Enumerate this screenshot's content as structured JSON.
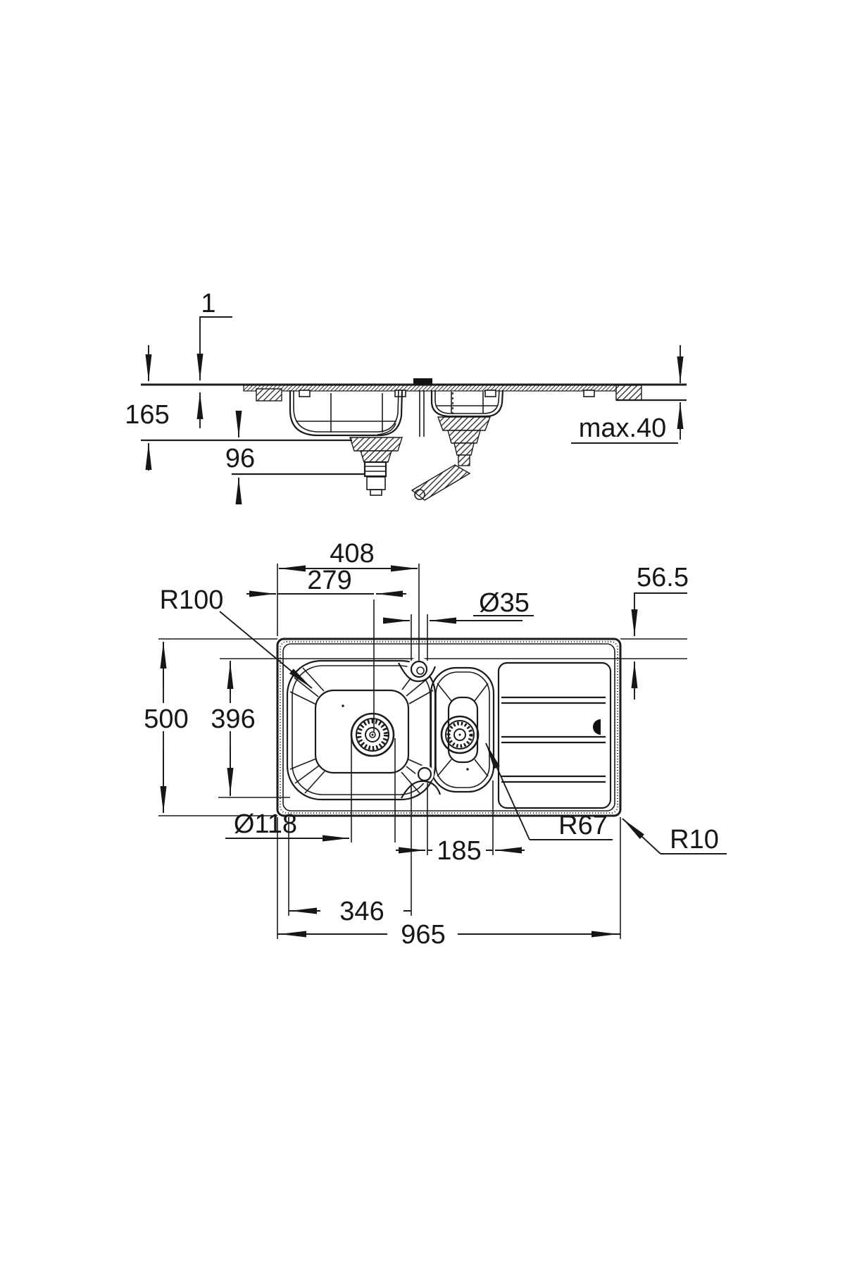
{
  "figure": {
    "type": "technical-dimension-drawing",
    "subject": "inset kitchen sink with main bowl, half bowl and drainer",
    "views": [
      "front-section-view",
      "top-plan-view"
    ]
  },
  "dimensions": {
    "rim_profile_height": "1",
    "total_depth": "165",
    "clearance_below_bowl": "96",
    "worktop_max_thickness": "max.40",
    "tap_center_from_left": "408",
    "drain_center_from_left": "279",
    "tap_hole_diameter": "Ø35",
    "main_bowl_corner_radius": "R100",
    "rim_to_bowl_top": "56.5",
    "overall_depth_front_back": "500",
    "inner_depth_front_back": "396",
    "drain_diameter": "Ø118",
    "half_bowl_span": "185",
    "main_bowl_span": "346",
    "overall_length": "965",
    "transition_radius": "R67",
    "outer_corner_radius": "R10"
  }
}
